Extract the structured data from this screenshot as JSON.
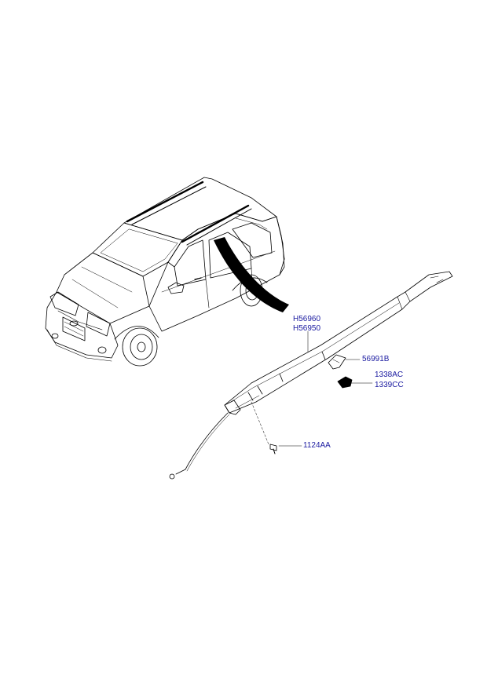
{
  "colors": {
    "line": "#000000",
    "label": "#1a1aa0",
    "background": "#ffffff"
  },
  "callouts": [
    {
      "id": "h56960",
      "text": "H56960"
    },
    {
      "id": "h56950",
      "text": "H56950"
    },
    {
      "id": "c56991b",
      "text": "56991B"
    },
    {
      "id": "c1338ac",
      "text": "1338AC"
    },
    {
      "id": "c1339cc",
      "text": "1339CC"
    },
    {
      "id": "c1124aa",
      "text": "1124AA"
    }
  ]
}
